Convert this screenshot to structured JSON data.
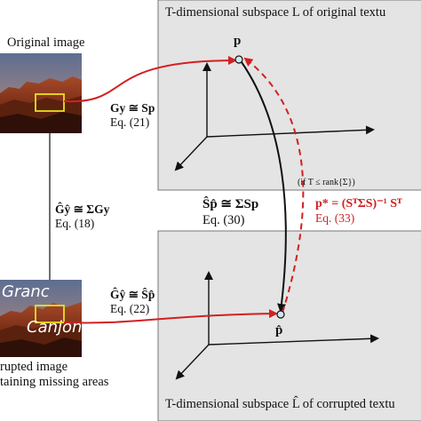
{
  "top_panel": {
    "title": "T-dimensional subspace L of original textu",
    "point_label": "p"
  },
  "bottom_panel": {
    "title": "T-dimensional subspace L̂ of corrupted textu",
    "point_label": "p̂"
  },
  "original_image": {
    "label": "Original image"
  },
  "corrupted_image": {
    "label_line1": "rupted image",
    "label_line2": "taining missing areas",
    "overlay_word1": "Granc",
    "overlay_word2": "Canjon"
  },
  "equations": {
    "gy_sp": "Gy ≅ Sp",
    "gy_sp_ref": "Eq. (21)",
    "ghaty_sigma": "Ĝŷ ≅ ΣGy",
    "ghaty_sigma_ref": "Eq. (18)",
    "ghaty_shat": "Ĝŷ ≅ Ŝp̂",
    "ghaty_shat_ref": "Eq. (22)",
    "shat_sigma": "Ŝp̂ ≅ ΣSp",
    "shat_sigma_ref": "Eq. (30)",
    "pstar": "p* = (SᵀΣS)⁻¹ Sᵀ",
    "pstar_ref": "Eq. (33)",
    "condition": "(if T ≤ rank{Σ})"
  },
  "colors": {
    "panel_bg": "#e4e4e4",
    "accent_red": "#d32020",
    "point_fill": "#cfe6f2"
  }
}
